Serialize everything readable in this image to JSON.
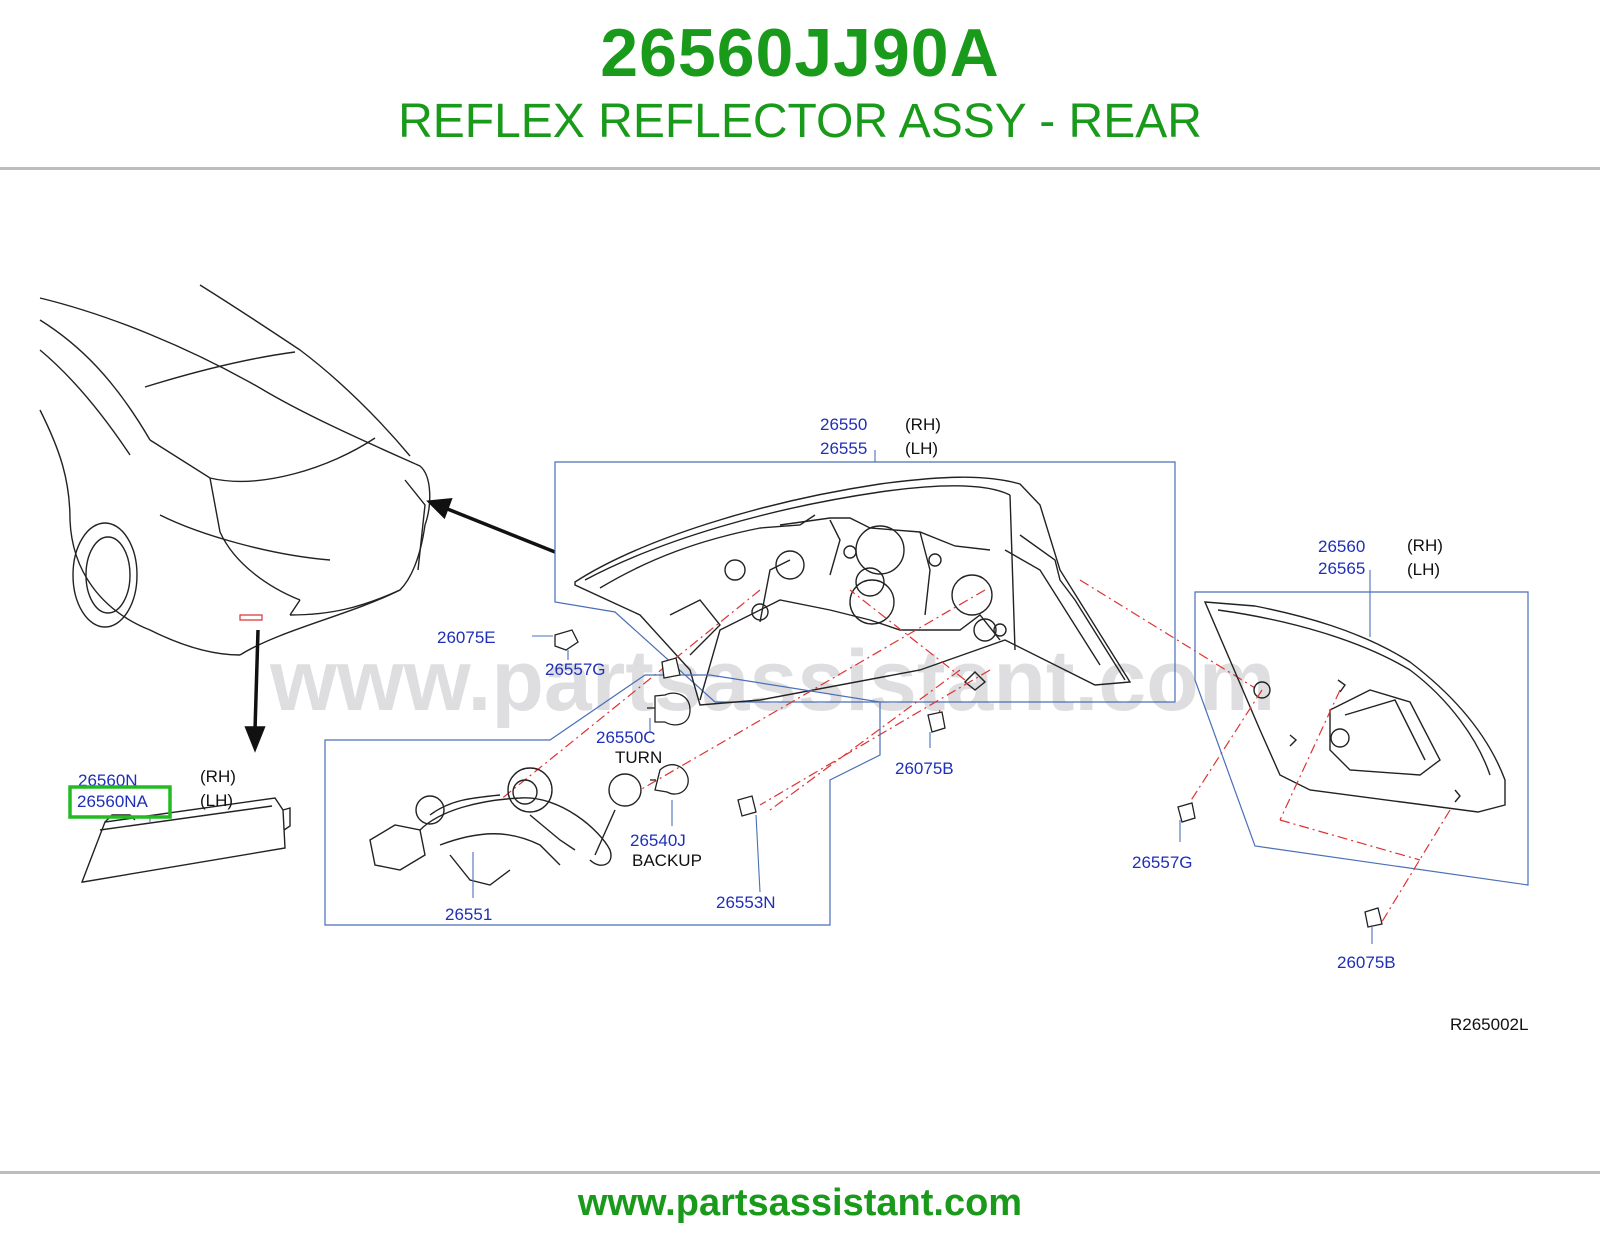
{
  "header": {
    "part_number": "26560JJ90A",
    "description": "REFLEX REFLECTOR ASSY - REAR"
  },
  "diagram": {
    "watermark": "www.partsassistant.com",
    "ref_code": "R265002L",
    "highlight_color": "#22bb22",
    "callouts": {
      "c26550": "26550",
      "c26555": "26555",
      "rh_a": "(RH)",
      "lh_a": "(LH)",
      "c26560": "26560",
      "c26565": "26565",
      "rh_b": "(RH)",
      "lh_b": "(LH)",
      "c26560N": "26560N",
      "c26560NA": "26560NA",
      "rh_c": "(RH)",
      "lh_c": "(LH)",
      "c26075E": "26075E",
      "c26557G_a": "26557G",
      "c26550C": "26550C",
      "turn": "TURN",
      "c26075B_a": "26075B",
      "c26540J": "26540J",
      "backup": "BACKUP",
      "c26553N": "26553N",
      "c26551": "26551",
      "c26557G_b": "26557G",
      "c26075B_b": "26075B"
    }
  },
  "footer": {
    "url": "www.partsassistant.com"
  }
}
